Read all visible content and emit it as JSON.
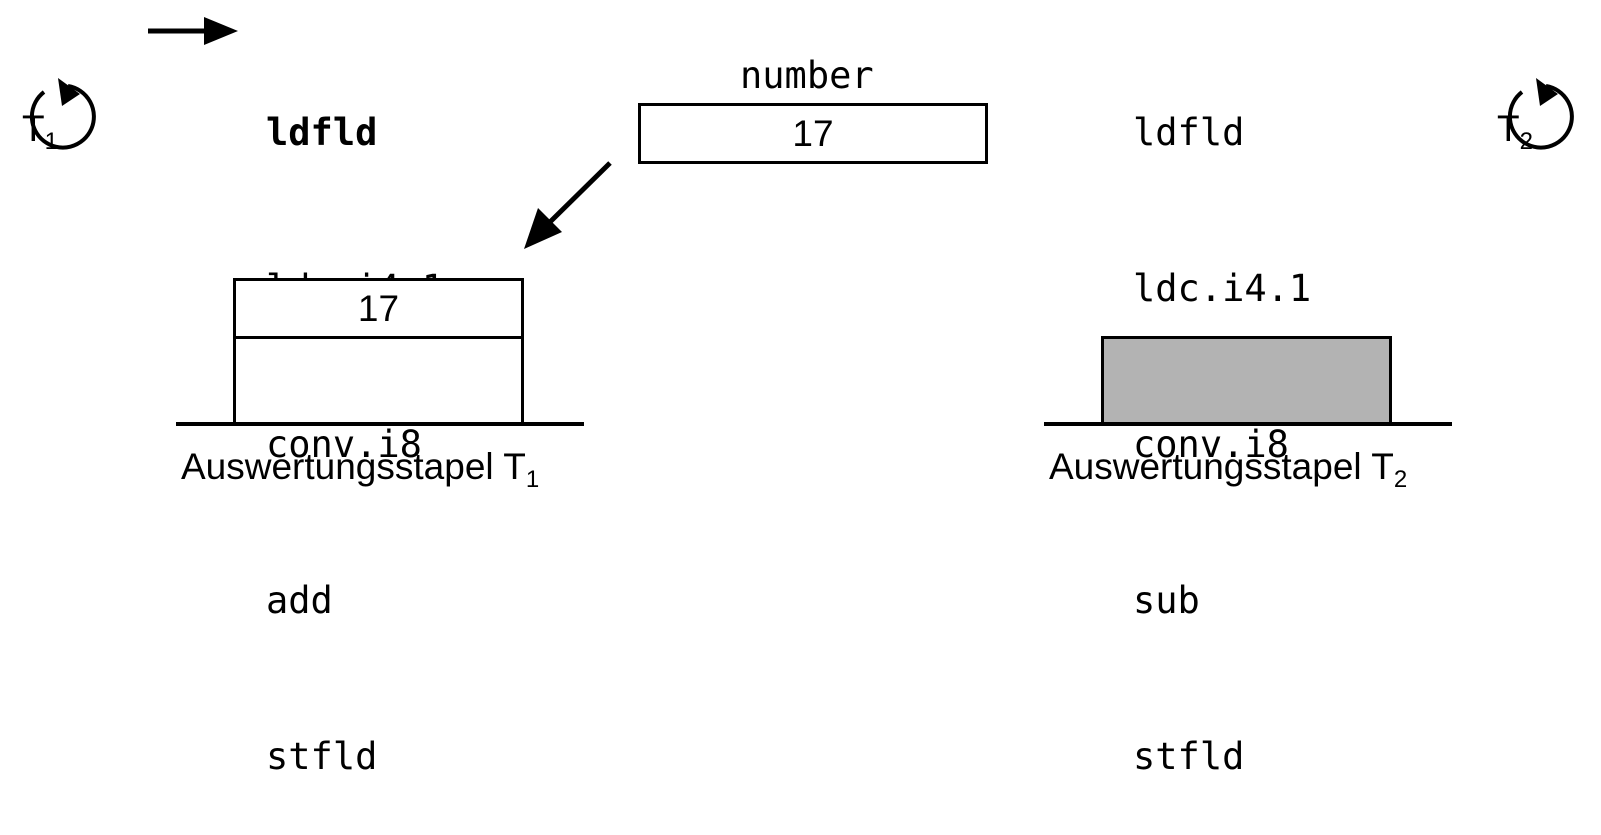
{
  "thread1": {
    "label": "T",
    "sub": "1",
    "code": [
      "ldfld",
      "ldc.i4.1",
      "conv.i8",
      "add",
      "stfld"
    ],
    "current_instruction": "ldfld",
    "stack_top_value": "17",
    "stack_label": "Auswertungsstapel T",
    "stack_sub": "1"
  },
  "thread2": {
    "label": "T",
    "sub": "2",
    "code": [
      "ldfld",
      "ldc.i4.1",
      "conv.i8",
      "sub",
      "stfld"
    ],
    "stack_label": "Auswertungsstapel T",
    "stack_sub": "2",
    "stack_fill_color": "#b3b3b3"
  },
  "field": {
    "name": "number",
    "value": "17"
  }
}
